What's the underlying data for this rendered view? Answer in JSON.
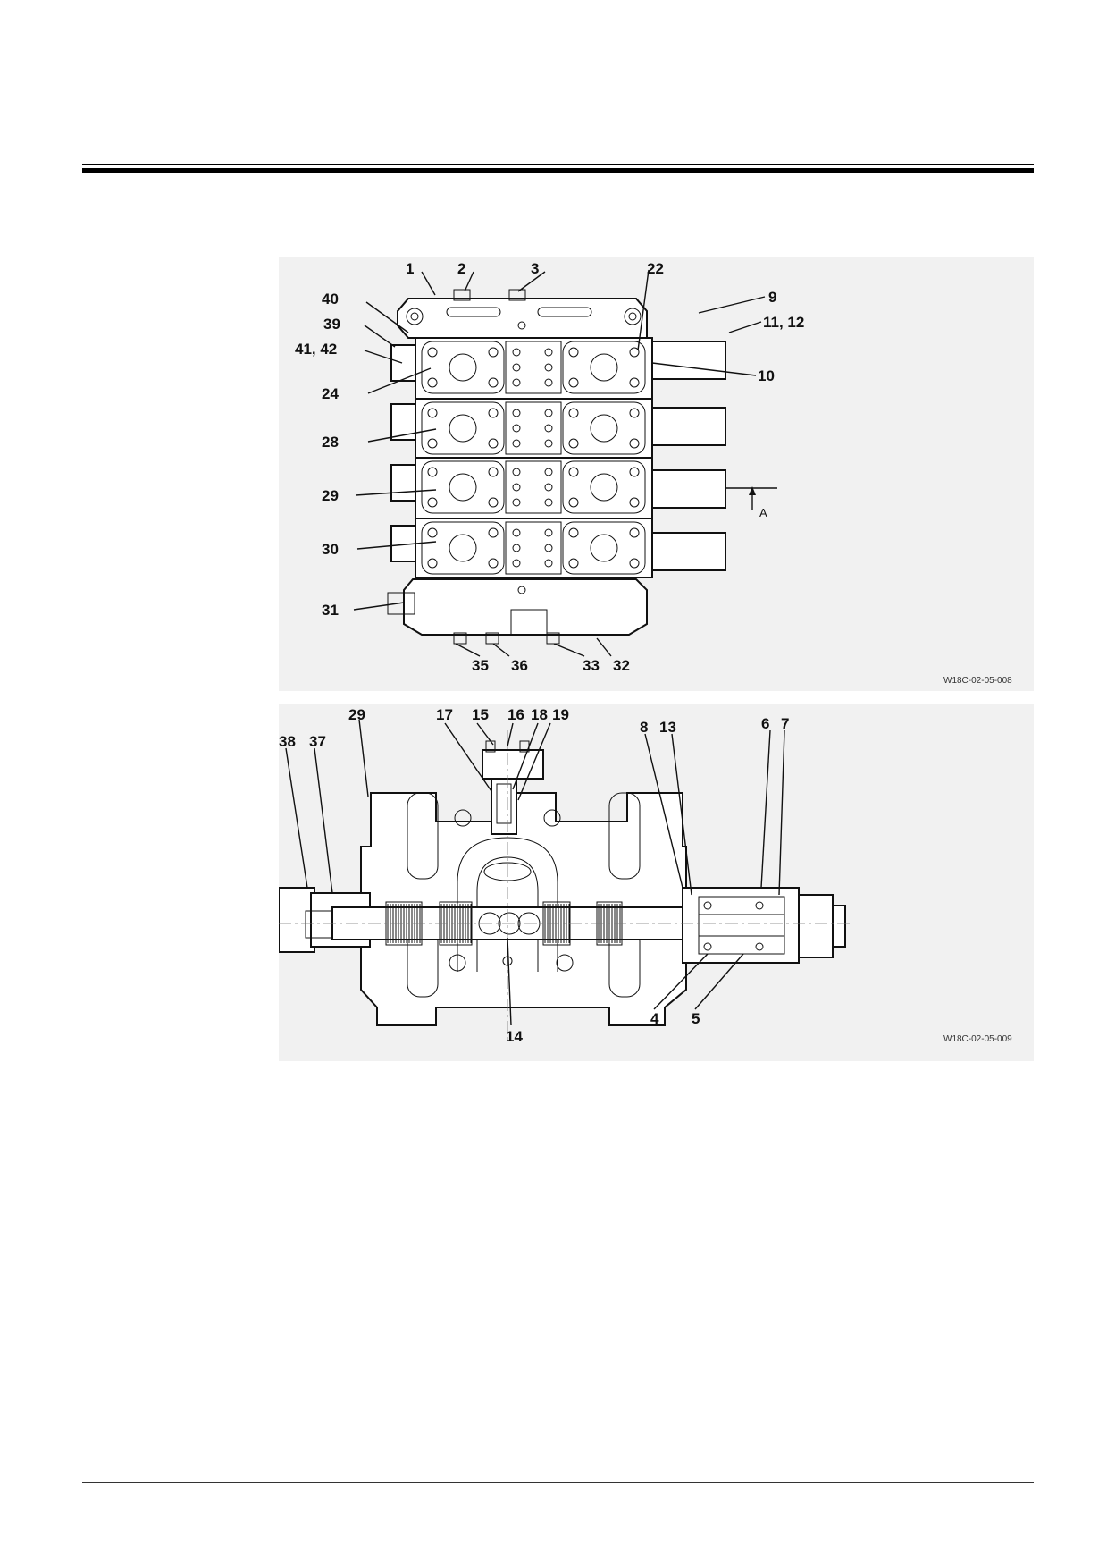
{
  "figure_top": {
    "labels": {
      "l1": "1",
      "l2": "2",
      "l3": "3",
      "l22": "22",
      "l40": "40",
      "l39": "39",
      "l4142": "41, 42",
      "l9": "9",
      "l1112": "11, 12",
      "l24": "24",
      "l10": "10",
      "l28": "28",
      "l29": "29",
      "l30": "30",
      "l31": "31",
      "lA": "A",
      "l35": "35",
      "l36": "36",
      "l33": "33",
      "l32": "32"
    },
    "code": "W18C-02-05-008"
  },
  "figure_bottom": {
    "labels": {
      "l29": "29",
      "l17": "17",
      "l15": "15",
      "l16": "16",
      "l18": "18",
      "l19": "19",
      "l38": "38",
      "l37": "37",
      "l8": "8",
      "l13": "13",
      "l6": "6",
      "l7": "7",
      "l14": "14",
      "l4": "4",
      "l5": "5"
    },
    "code": "W18C-02-05-009"
  }
}
